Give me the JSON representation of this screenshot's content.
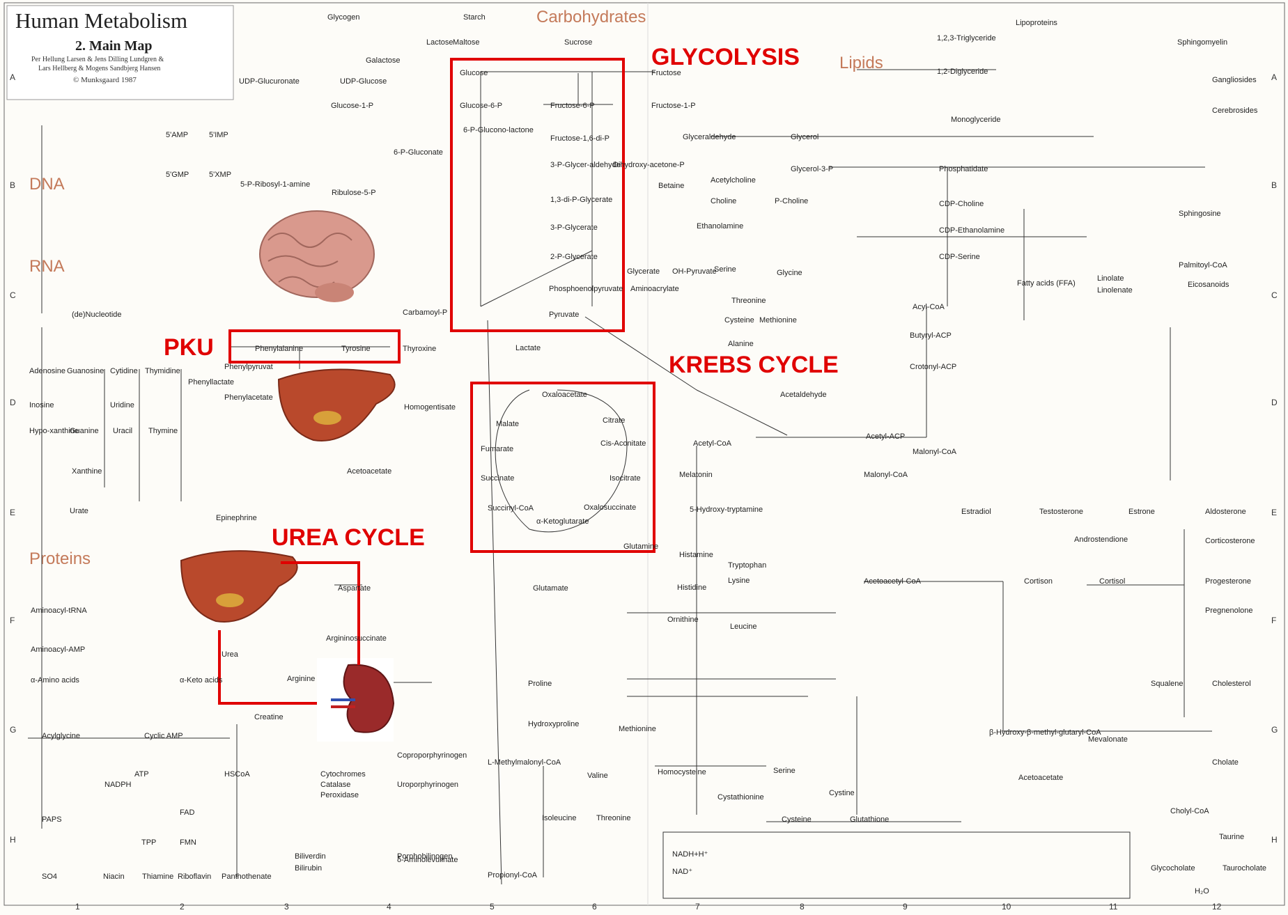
{
  "header": {
    "title": "Human Metabolism",
    "subtitle": "2. Main Map",
    "authors_1": "Per Hellung Larsen & Jens Dilling Lundgren &",
    "authors_2": "Lars Hellberg & Mogens Sandbjerg Hansen",
    "publisher": "© Munksgaard 1987"
  },
  "sections": {
    "carbohydrates": "Carbohydrates",
    "lipids": "Lipids",
    "dna": "DNA",
    "rna": "RNA",
    "proteins": "Proteins"
  },
  "annotations": {
    "glycolysis": "GLYCOLYSIS",
    "krebs": "KREBS CYCLE",
    "pku": "PKU",
    "urea": "UREA CYCLE"
  },
  "grid": {
    "rows": [
      "A",
      "B",
      "C",
      "D",
      "E",
      "F",
      "G",
      "H"
    ],
    "cols": [
      "1",
      "2",
      "3",
      "4",
      "5",
      "6",
      "7",
      "8",
      "9",
      "10",
      "11",
      "12"
    ]
  },
  "metabolites": {
    "starch": "Starch",
    "maltose": "Maltose",
    "lactose": "Lactose",
    "sucrose": "Sucrose",
    "glycogen": "Glycogen",
    "glucose": "Glucose",
    "fructose": "Fructose",
    "glucose6p": "Glucose-6-P",
    "fructose6p": "Fructose-6-P",
    "fructose1p": "Fructose-1-P",
    "fructose16bp": "Fructose-1,6-di-P",
    "gap": "3-P-Glycer-aldehyde",
    "dhap": "Dihydroxy-acetone-P",
    "bpg13": "1,3-di-P-Glycerate",
    "pg3": "3-P-Glycerate",
    "pg2": "2-P-Glycerate",
    "pep": "Phosphoenolpyruvate",
    "pyruvate": "Pyruvate",
    "lactate": "Lactate",
    "acetylcoa": "Acetyl-CoA",
    "oxaloacetate": "Oxaloacetate",
    "citrate": "Citrate",
    "cisaconitate": "Cis-Aconitate",
    "isocitrate": "Isocitrate",
    "oxalosuccinate": "Oxalosuccinate",
    "akg": "α-Ketoglutarate",
    "succinylcoa": "Succinyl-CoA",
    "succinate": "Succinate",
    "fumarate": "Fumarate",
    "malate": "Malate",
    "phenylalanine": "Phenylalanine",
    "tyrosine": "Tyrosine",
    "thyroxine": "Thyroxine",
    "phenylpyruvate": "Phenylpyruvat",
    "phenyllactate": "Phenyllactate",
    "phenylacetate": "Phenylacetate",
    "aspartate": "Aspartate",
    "argininosuccinate": "Argininosuccinate",
    "arginine": "Arginine",
    "urea": "Urea",
    "glutamate": "Glutamate",
    "glutamine": "Glutamine",
    "histidine": "Histidine",
    "ornithine": "Ornithine",
    "glycerol": "Glycerol",
    "glyceraldehyde": "Glyceraldehyde",
    "glycerol3p": "Glycerol-3-P",
    "phosphatidate": "Phosphatidate",
    "triglyceride": "1,2,3-Triglyceride",
    "diglyceride": "1,2-Diglyceride",
    "monoglyceride": "Monoglyceride",
    "lipoproteins": "Lipoproteins",
    "fattyacids": "Fatty acids (FFA)",
    "acylcoa": "Acyl-CoA",
    "acetoacetylcoa": "Acetoacetyl-CoA",
    "hmgcoa": "β-Hydroxy-β-methyl-glutaryl-CoA",
    "acetoacetate": "Acetoacetate",
    "mevalonate": "Mevalonate",
    "cholesterol": "Cholesterol",
    "progesterone": "Progesterone",
    "pregnenolone": "Pregnenolone",
    "testosterone": "Testosterone",
    "estradiol": "Estradiol",
    "estrone": "Estrone",
    "cortisol": "Cortisol",
    "cortison": "Cortison",
    "aldosterone": "Aldosterone",
    "corticosterone": "Corticosterone",
    "androstendione": "Androstendione",
    "methionine": "Methionine",
    "cysteine": "Cysteine",
    "serine": "Serine",
    "glycine": "Glycine",
    "alanine": "Alanine",
    "valine": "Valine",
    "leucine": "Leucine",
    "isoleucine": "Isoleucine",
    "threonine": "Threonine",
    "lysine": "Lysine",
    "tryptophan": "Tryptophan",
    "proline": "Proline",
    "hydroxyproline": "Hydroxyproline",
    "creatine": "Creatine",
    "homocysteine": "Homocysteine",
    "cystathionine": "Cystathionine",
    "glutathione": "Glutathione",
    "bilirubin": "Bilirubin",
    "biliverdin": "Biliverdin",
    "porphobilinogen": "Porphobilinogen",
    "uroporphyrinogen": "Uroporphyrinogen",
    "coproporphyrinogen": "Coproporphyrinogen",
    "aminolevulinate": "δ-Aminolevulinate",
    "propionylcoa": "Propionyl-CoA",
    "methylmalonylcoa": "L-Methylmalonyl-CoA",
    "udpglucose": "UDP-Glucose",
    "udpglucuronate": "UDP-Glucuronate",
    "glucose1p": "Glucose-1-P",
    "galactose": "Galactose",
    "ribose5p": "5-P-Ribosyl-1-amine",
    "gluconolactone": "6-P-Glucono-lactone",
    "gluconate": "6-P-Gluconate",
    "ribulose5p": "Ribulose-5-P",
    "imp": "5'IMP",
    "amp": "5'AMP",
    "gmp": "5'GMP",
    "xmp": "5'XMP",
    "adenosine": "Adenosine",
    "guanosine": "Guanosine",
    "cytidine": "Cytidine",
    "thymidine": "Thymidine",
    "uridine": "Uridine",
    "inosine": "Inosine",
    "hypoxanthine": "Hypo-xanthine",
    "xanthine": "Xanthine",
    "urate": "Urate",
    "guanine": "Guanine",
    "uracil": "Uracil",
    "thymine": "Thymine",
    "aminoacyltrna": "Aminoacyl-tRNA",
    "aminoacylamp": "Aminoacyl-AMP",
    "aminoacids": "α-Amino acids",
    "ketoacids": "α-Keto acids",
    "acylglycine": "Acylglycine",
    "cyclicamp": "Cyclic AMP",
    "atp": "ATP",
    "nadph": "NADPH",
    "fad": "FAD",
    "fmn": "FMN",
    "tpp": "TPP",
    "hscoa": "HSCoA",
    "niacin": "Niacin",
    "thiamine": "Thiamine",
    "riboflavin": "Riboflavin",
    "panthothenate": "Panthothenate",
    "paps": "PAPS",
    "so4": "SO4",
    "catalase": "Catalase",
    "peroxidase": "Peroxidase",
    "cytochromes": "Cytochromes",
    "malonylcoa": "Malonyl-CoA",
    "acetylacp": "Acetyl-ACP",
    "butyrylacp": "Butyryl-ACP",
    "crotonylacp": "Crotonyl-ACP",
    "sphingomyelin": "Sphingomyelin",
    "gangliosides": "Gangliosides",
    "cerebrosides": "Cerebrosides",
    "sphingosine": "Sphingosine",
    "palmitoylcoa": "Palmitoyl-CoA",
    "linoleate": "Linolate",
    "linolenate": "Linolenate",
    "eicosanoids": "Eicosanoids",
    "choline": "Choline",
    "pcholine": "P-Choline",
    "cdpcholine": "CDP-Choline",
    "ethanolamine": "Ethanolamine",
    "cdpethanolamine": "CDP-Ethanolamine",
    "cdpserine": "CDP-Serine",
    "acetylcholine": "Acetylcholine",
    "betaine": "Betaine",
    "histamine": "Histamine",
    "melatonin": "Melatonin",
    "hydroxytryptamine": "5-Hydroxy-tryptamine",
    "epinephrine": "Epinephrine",
    "homogentisate": "Homogentisate",
    "acetoacetate2": "Acetoacetate",
    "cholylcoa": "Cholyl-CoA",
    "taurine": "Taurine",
    "glycocholate": "Glycocholate",
    "taurocholate": "Taurocholate",
    "squalene": "Squalene",
    "cholate": "Cholate",
    "h2o": "H₂O",
    "nadh": "NADH+H⁺",
    "nad": "NAD⁺",
    "acetaldehyde": "Acetaldehyde",
    "carbamoylp": "Carbamoyl-P",
    "idelnucleotide": "(de)Nucleotide",
    "malonylcoa2": "Malonyl-CoA",
    "glycerate": "Glycerate",
    "hydroxypyruvate": "OH-Pyruvate",
    "aminoacrylate": "Aminoacrylate",
    "cystine": "Cystine"
  }
}
